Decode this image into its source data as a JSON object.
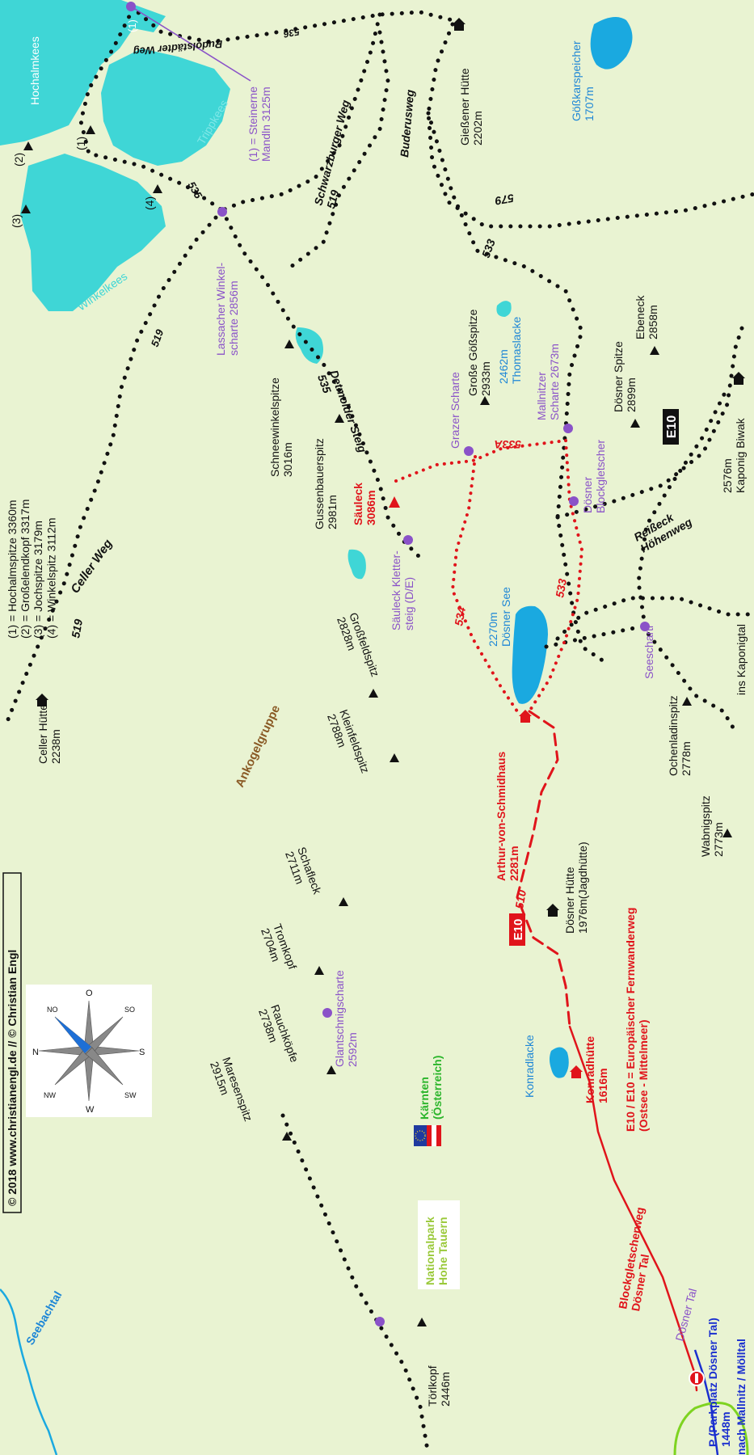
{
  "colors": {
    "background": "#e9f3d2",
    "glacier": "#3fd6d6",
    "lake": "#1aa9e0",
    "trail_black": "#111111",
    "trail_red": "#e0141b",
    "purple": "#8a52c8",
    "blue_label": "#1d86d6",
    "green_label": "#2bb52b",
    "brown_label": "#8a5a25"
  },
  "huts": {
    "celler": "Celler Hütte\n2238m",
    "giessener": "Gießener Hütte\n2202m",
    "doesner": "Dösner Hütte\n1976m(Jagdhütte)",
    "konradhuette": "Konradhütte\n1616m",
    "schmidhaus": "Arthur-von-Schmidhaus\n2281m",
    "kaponig": "2576m\nKaponig Biwak"
  },
  "peaks": {
    "schneewinkelspitze": "Schneewinkelspitze\n3016m",
    "gussenbauerspitz": "Gussenbauerspitz\n2981m",
    "grossegoess": "Große Gößspitze\n2933m",
    "ebeneck": "Ebeneck\n2858m",
    "doesnerspitze": "Dösner Spitze\n2899m",
    "grossfeld": "Großfeldspitz\n2828m",
    "kleinfeld": "Kleinfeldspitz\n2788m",
    "ochenladin": "Ochenladinspitz\n2778m",
    "wabnig": "Wabnigspitz\n2773m",
    "schafleck": "Schafleck\n2711m",
    "tromkopf": "Tromkopf\n2704m",
    "rauchkoepfe": "Rauchköpfe\n2738m",
    "maresenspitz": "Maresenspitz\n2915m",
    "toerlkopf": "Törlkopf\n2446m",
    "saeuleck": "Säuleck\n3086m"
  },
  "passes": {
    "lassacher": "Lassacher Winkel-\nscharte 2856m",
    "grazer": "Grazer Scharte",
    "mallnitzer": "Mallnitzer\nScharte 2673m",
    "doesnerblock": "Dösner\nBlockgletscher",
    "seescharti": "Seescharti",
    "glantschnig": "Glantschnigscharte\n2592m",
    "klettersteig": "Säuleck Kletter-\nsteig (D/E)",
    "mandln": "(1) = Steinerne\nMandln 3125m"
  },
  "glaciers": {
    "hochalmkees": "Hochalmkees",
    "trippkees": "Trippkees",
    "winkelkees": "Winkelkees",
    "glacier_marker": "(1)"
  },
  "lakes": {
    "goesskarspeicher": "Gößkarspeicher\n1707m",
    "thomaslacke": "2462m\nThomaslacke",
    "doesnersee": "2270m\nDösner See",
    "konradlacke": "Konradlacke"
  },
  "trails": {
    "rudolstaedter": "Rudolstädter Weg",
    "n536": "536",
    "schwarzburger": "Schwarzburger Weg\n519",
    "buderusweg": "Buderusweg",
    "n533": "533",
    "n579": "579",
    "n535": "535",
    "n519": "519",
    "n519b": "519",
    "demolder": "Detmolder Steig\n535",
    "celler_weg": "Celler Weg",
    "n533A": "533A",
    "n534": "534",
    "n533red": "533",
    "n510": "510",
    "e10": "E10",
    "reisseck": "Reißeck\nHöhenweg",
    "blockgletscherweg": "Blockgletscherweg\nDösner Tal",
    "doesnertal": "Dösner Tal",
    "kaponigtal": "ins Kaponigtal",
    "seebachtal": "Seebachtal",
    "mallnitz": "nach Mallnitz / Mölltal",
    "parkplatz": "P (Parkplatz Dösner Tal)\n1448m"
  },
  "legend": {
    "peak_list": "(1) = Hochalmspitze 3360m\n(2) = Großelendkopf 3317m\n(3) = Jochspitze 3179m\n(4) = Winkelspitz 3112m",
    "copyright": "© 2018 www.christianengl.de  // © Christian Engl",
    "e10_desc": "E10 / E10 = Europäischer Fernwanderweg\n(Ostsee - Mittelmeer)",
    "kaernten": "Kärnten\n(Österreich)",
    "nationalpark": "Nationalpark\nHohe Tauern",
    "ankogelgruppe": "Ankogelgruppe",
    "m1": "(1)",
    "m2": "(2)",
    "m3": "(3)",
    "m4": "(4)"
  },
  "compass": {
    "N": "N",
    "NO": "NO",
    "O": "O",
    "SO": "SO",
    "S": "S",
    "SW": "SW",
    "W": "W",
    "NW": "NW"
  }
}
